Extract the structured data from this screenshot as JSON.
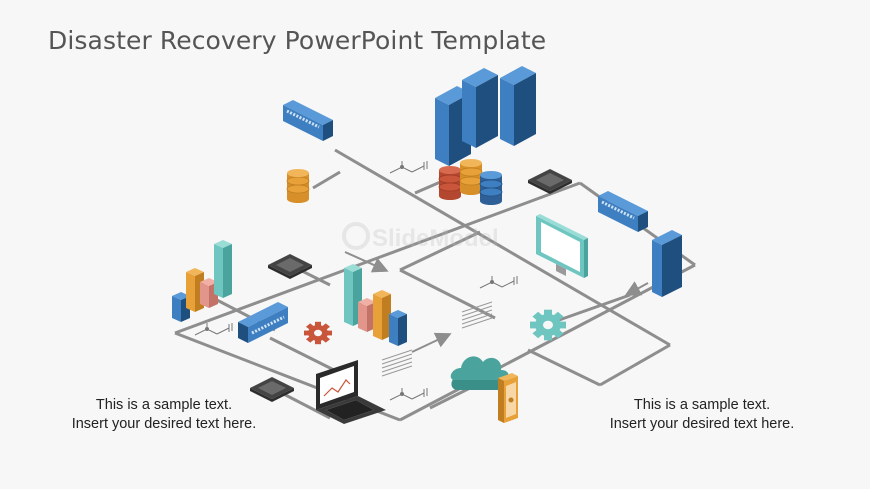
{
  "title": "Disaster Recovery PowerPoint Template",
  "watermark": "SlideModel",
  "captions": [
    {
      "line1": "This is a sample text.",
      "line2": "Insert your desired text here."
    },
    {
      "line1": "This is a sample text.",
      "line2": "Insert your desired text here."
    }
  ],
  "colors": {
    "line": "#8e8e8e",
    "blue": "#3e7fc1",
    "blue_dark": "#1f4f7f",
    "teal": "#6fc6c0",
    "orange": "#e8a038",
    "red": "#c9553a",
    "pink": "#e2958a",
    "chip": "#555555"
  }
}
